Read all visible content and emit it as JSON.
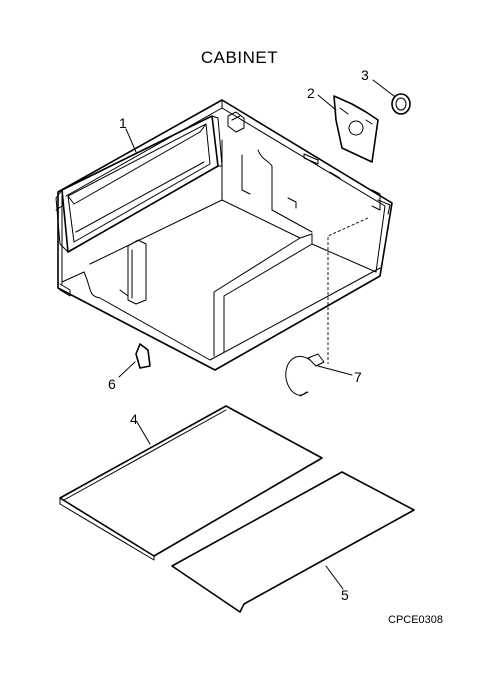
{
  "title": "CABINET",
  "drawing_code": "CPCE0308",
  "callouts": [
    {
      "id": "1",
      "label": "1"
    },
    {
      "id": "2",
      "label": "2"
    },
    {
      "id": "3",
      "label": "3"
    },
    {
      "id": "4",
      "label": "4"
    },
    {
      "id": "5",
      "label": "5"
    },
    {
      "id": "6",
      "label": "6"
    },
    {
      "id": "7",
      "label": "7"
    }
  ],
  "colors": {
    "ink": "#000000",
    "background": "#ffffff"
  }
}
